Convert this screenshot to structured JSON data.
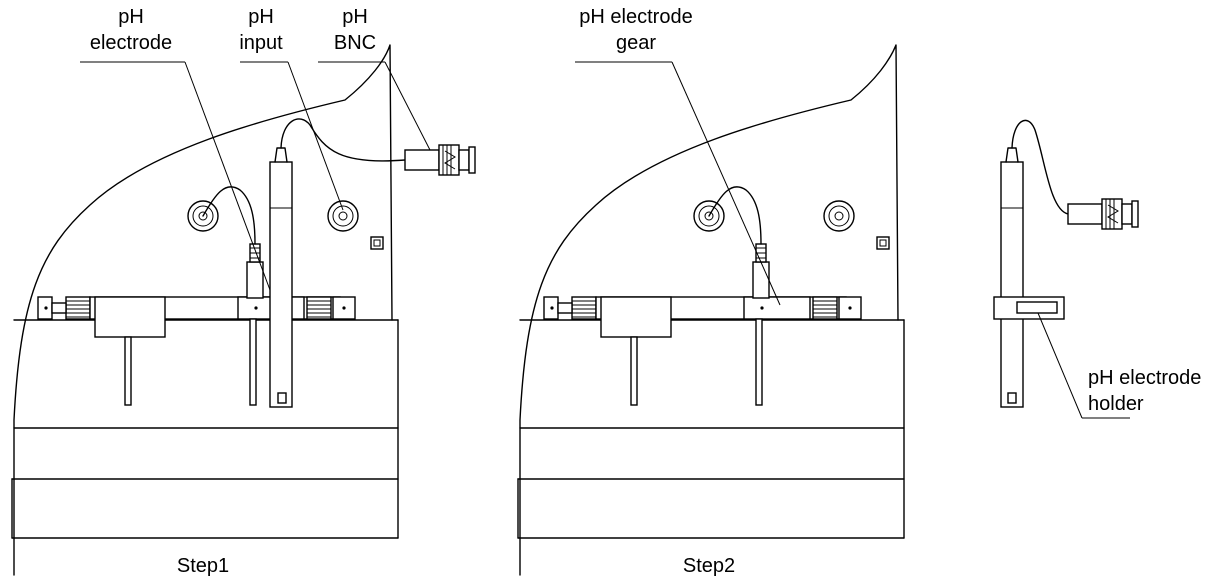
{
  "panels": [
    {
      "caption": "Step1",
      "labels": {
        "electrode": [
          "pH",
          "electrode"
        ],
        "input": [
          "pH",
          "input"
        ],
        "bnc": [
          "pH",
          "BNC"
        ]
      }
    },
    {
      "caption": "Step2",
      "labels": {
        "gear": [
          "pH electrode",
          "gear"
        ]
      }
    },
    {
      "caption": "",
      "labels": {
        "holder": [
          "pH electrode",
          "holder"
        ]
      }
    }
  ],
  "colors": {
    "line": "#000000",
    "background": "#ffffff"
  }
}
